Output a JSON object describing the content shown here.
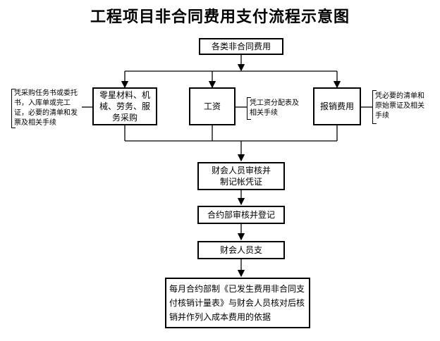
{
  "title": "工程项目非合同费用支付流程示意图",
  "nodes": {
    "top": "各类非合同费用",
    "materials": "零星材料、机械、劳务、服务采购",
    "wages": "工资",
    "reimburse": "报销费用",
    "finance_review": "财会人员审核并制记帐凭证",
    "contract_review": "合约部审核并登记",
    "finance_pay": "财会人员支",
    "monthly": "每月合约部制《已发生费用非合同支付核销计量表》与财会人员核对后核销并作列入成本费用的依据"
  },
  "notes": {
    "materials": "凭采购任务书或委托书，入库单或完工证，必要的清单和发票及相关手续",
    "wages": "凭工资分配表及相关手续",
    "reimburse": "凭必要的清单和原始票证及相关手续"
  }
}
